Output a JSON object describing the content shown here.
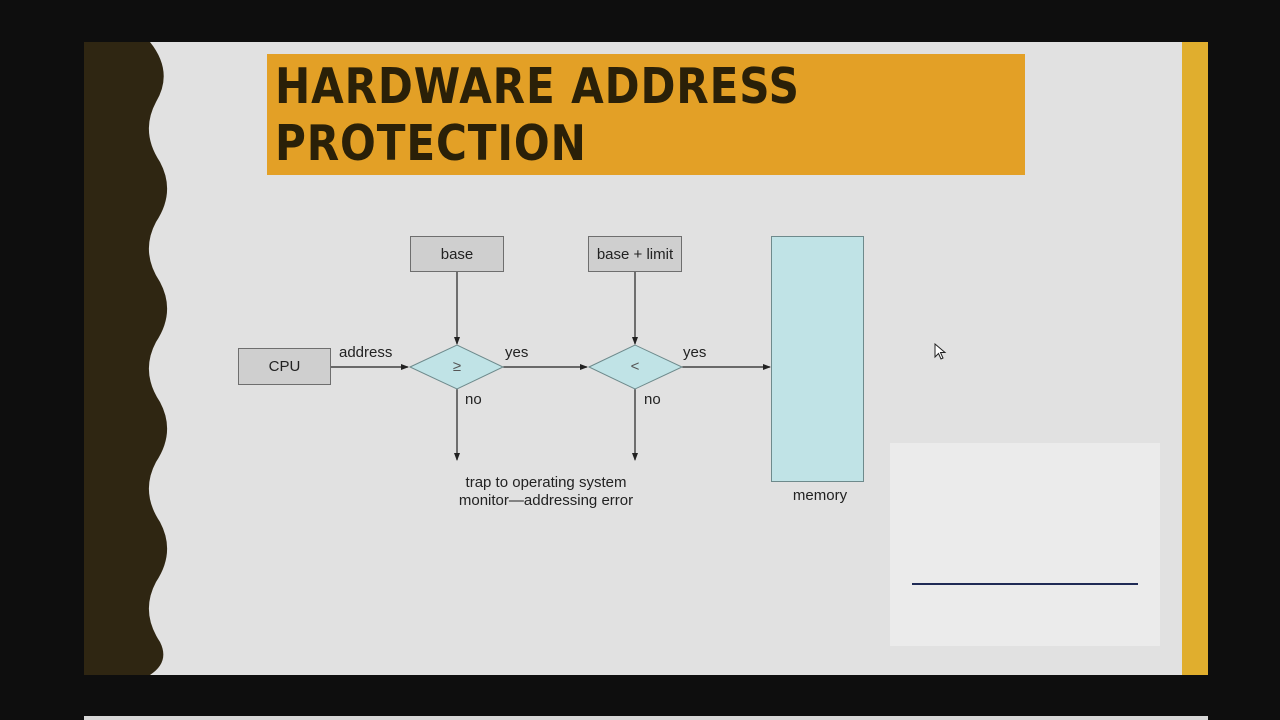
{
  "slide": {
    "title_line1": "HARDWARE ADDRESS",
    "title_line2": "PROTECTION"
  },
  "colors": {
    "title_banner": "#e3a026",
    "accent_stripe": "#e0ae2e",
    "left_band": "#2f2612",
    "memory_fill": "#c0e3e6",
    "comparator_fill": "#c0e3e6"
  },
  "diagram": {
    "cpu_label": "CPU",
    "base_label": "base",
    "base_limit_label": "base + limit",
    "address_label": "address",
    "comparator_ge": "≥",
    "comparator_lt": "<",
    "yes_label_1": "yes",
    "yes_label_2": "yes",
    "no_label_1": "no",
    "no_label_2": "no",
    "trap_line1": "trap to operating system",
    "trap_line2": "monitor—addressing error",
    "memory_label": "memory"
  },
  "icons": {
    "cursor": "mouse-pointer-icon"
  }
}
